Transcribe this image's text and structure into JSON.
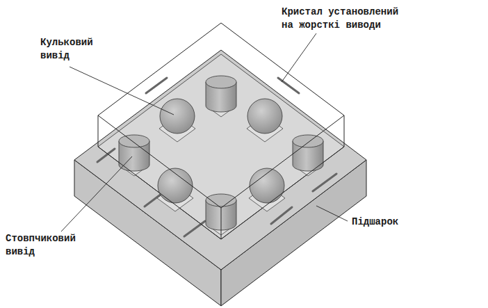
{
  "diagram": {
    "labels": [
      "Кульковий вивід",
      "Кристал установлений на жорсткі виводи",
      "Стовпчиковий вивід",
      "Підшарок"
    ]
  }
}
